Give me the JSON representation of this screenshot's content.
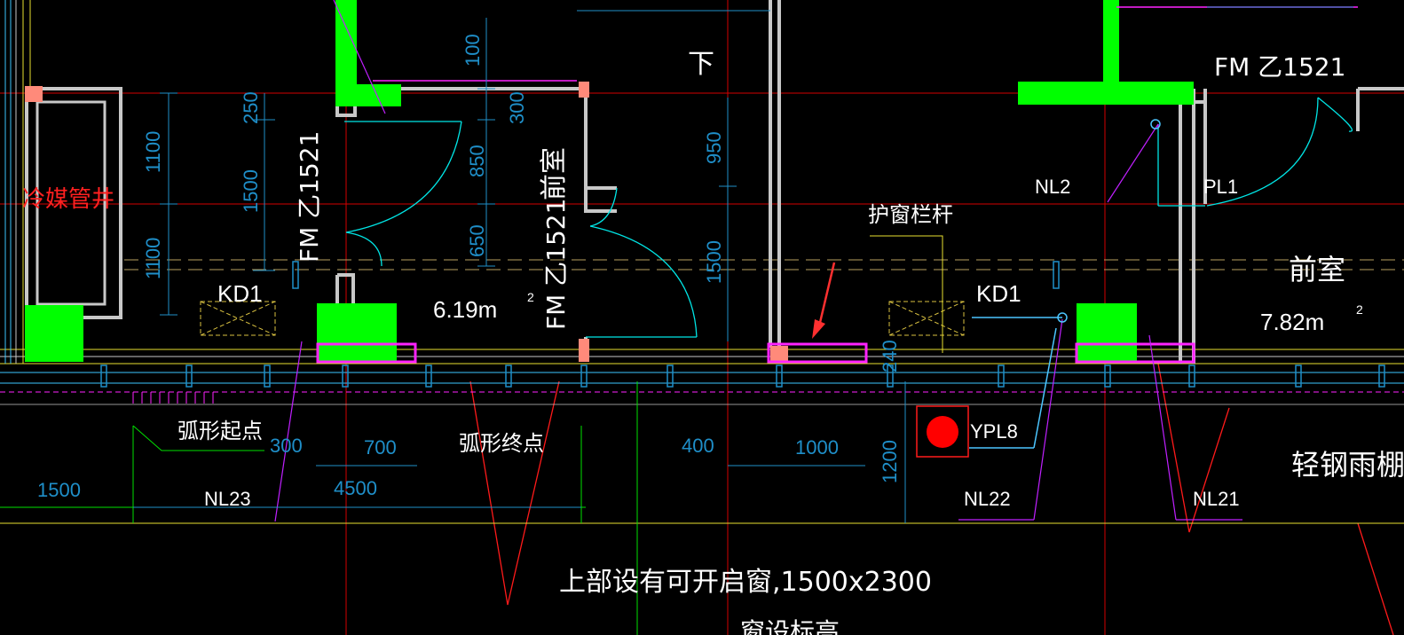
{
  "colors": {
    "background": "#000000",
    "wall": "#c8c8c8",
    "dimension": "#1f8fc9",
    "door_arc": "#00e5e5",
    "magenta": "#ff22ff",
    "green_fill": "#00ff00",
    "red_axis": "#d40000",
    "yellow": "#ffff40",
    "text_white": "#ffffff",
    "text_red": "#ff2020",
    "pipe_blue": "#4cc6ff",
    "marker_red": "#ff0000",
    "salmon": "#ff8a7a"
  },
  "labels": {
    "refrigerant_shaft": "冷媒管井",
    "anteroom_left": "前室",
    "anteroom_right": "前室",
    "down": "下",
    "window_railing": "护窗栏杆",
    "arc_start": "弧形起点",
    "arc_end": "弧形终点",
    "light_steel_canopy": "轻钢雨棚",
    "openable_window_note": "上部设有可开启窗,1500x2300",
    "bottom_partial": "窗设标高",
    "door_fm_left": "FM 乙1521",
    "door_fm_mid": "FM 乙1521",
    "door_fm_top_right": "FM 乙1521",
    "kd1_left": "KD1",
    "kd1_right": "KD1",
    "pipe_nl2": "NL2",
    "pipe_pl1": "PL1",
    "pipe_nl23": "NL23",
    "pipe_nl22": "NL22",
    "pipe_nl21": "NL21",
    "pipe_ypl8": "YPL8",
    "area_left_value": "6.19m",
    "area_left_sup": "2",
    "area_right_value": "7.82m",
    "area_right_sup": "2"
  },
  "dimensions": {
    "d100": "100",
    "d300": "300",
    "d850": "850",
    "d650": "650",
    "d250": "250",
    "d1500v": "1500",
    "d1100a": "1100",
    "d1100b": "1100",
    "d950": "950",
    "d1500r": "1500",
    "d240": "240",
    "d1200": "1200",
    "d1500h": "1500",
    "d300h": "300",
    "d700": "700",
    "d4500": "4500",
    "d400": "400",
    "d1000": "1000"
  }
}
